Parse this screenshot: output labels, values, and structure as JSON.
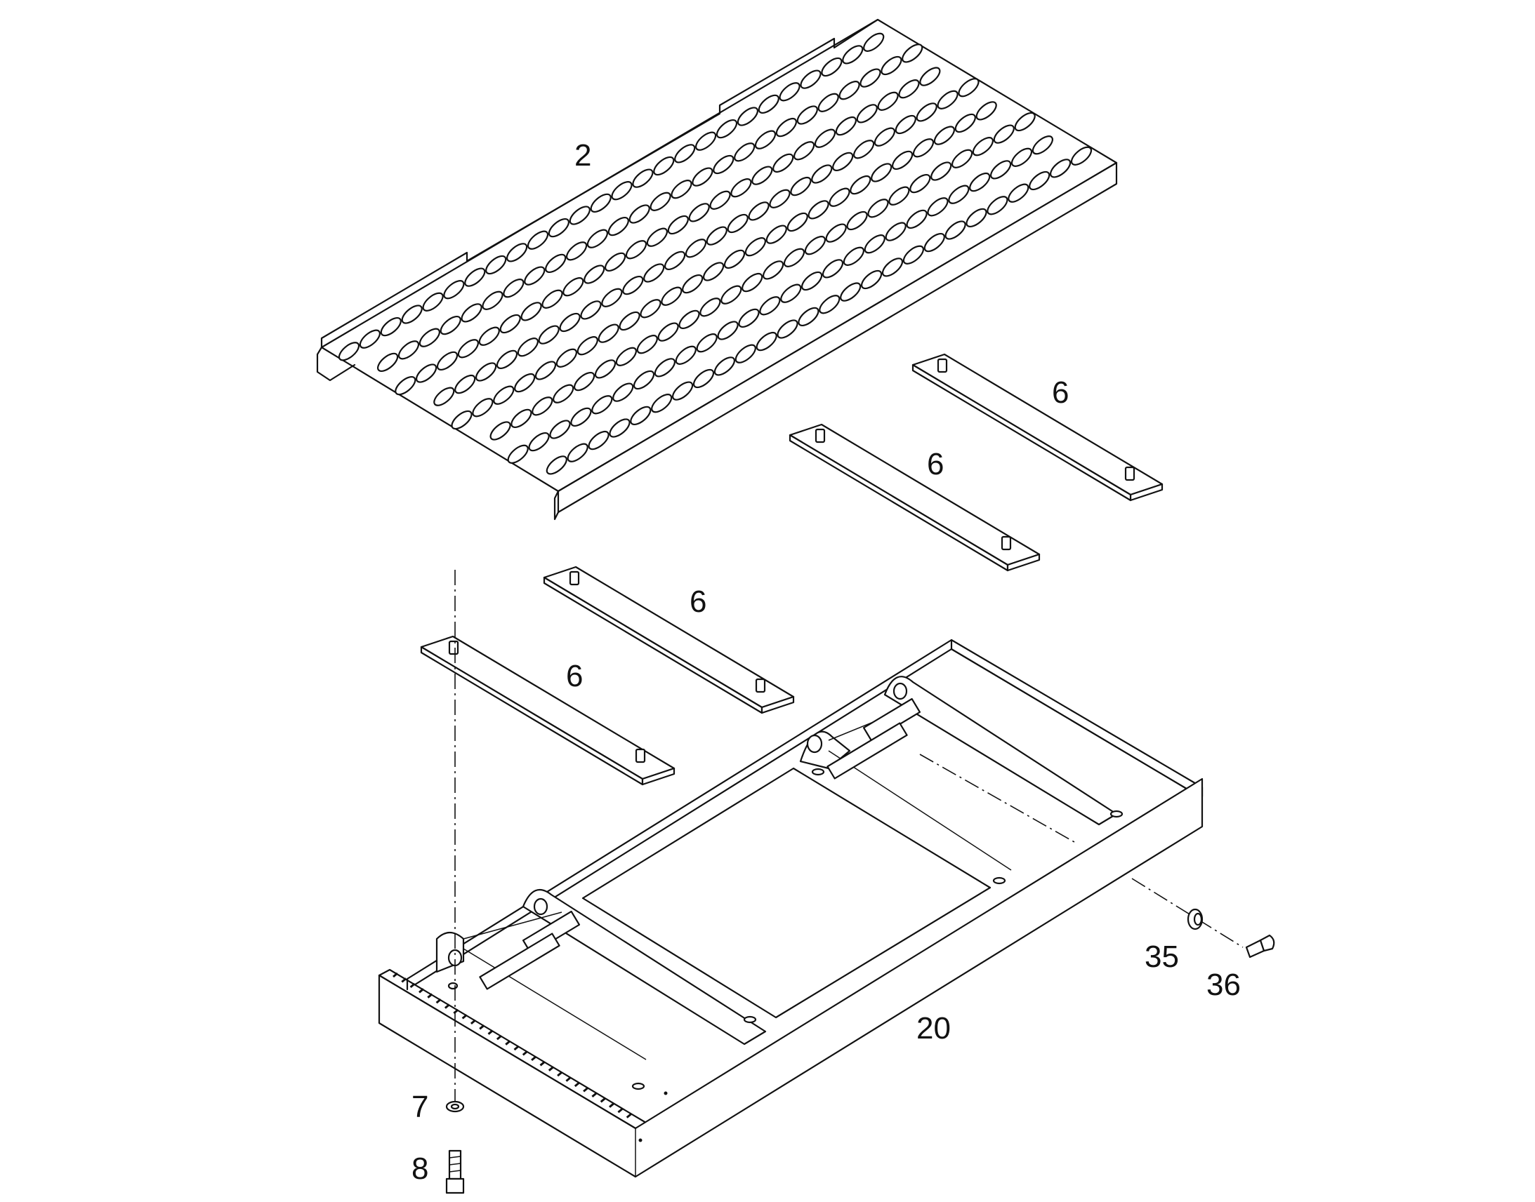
{
  "labels": {
    "grating": "2",
    "strip_top_right": "6",
    "strip_mid_right": "6",
    "strip_mid_left": "6",
    "strip_bottom_left": "6",
    "frame": "20",
    "washer_left": "7",
    "bolt_left": "8",
    "washer_right": "35",
    "bolt_right": "36"
  },
  "colors": {
    "line": "#111111",
    "background": "#ffffff"
  }
}
